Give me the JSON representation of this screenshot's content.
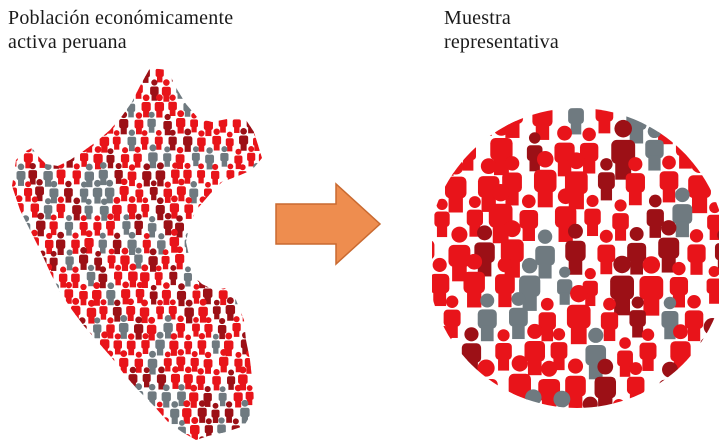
{
  "left_caption": {
    "line1": "Población económicamente",
    "line2": "activa peruana"
  },
  "right_caption": {
    "line1": "Muestra",
    "line2": "representativa"
  },
  "colors": {
    "red": "#e8141a",
    "dark_red": "#9c1016",
    "gray": "#6f7a80",
    "arrow_fill": "#ee8d4f",
    "arrow_stroke": "#c96a31"
  },
  "icons": {
    "map": "people-crowd-peru-map",
    "arrow": "right-arrow-icon",
    "circle": "people-crowd-circle"
  }
}
